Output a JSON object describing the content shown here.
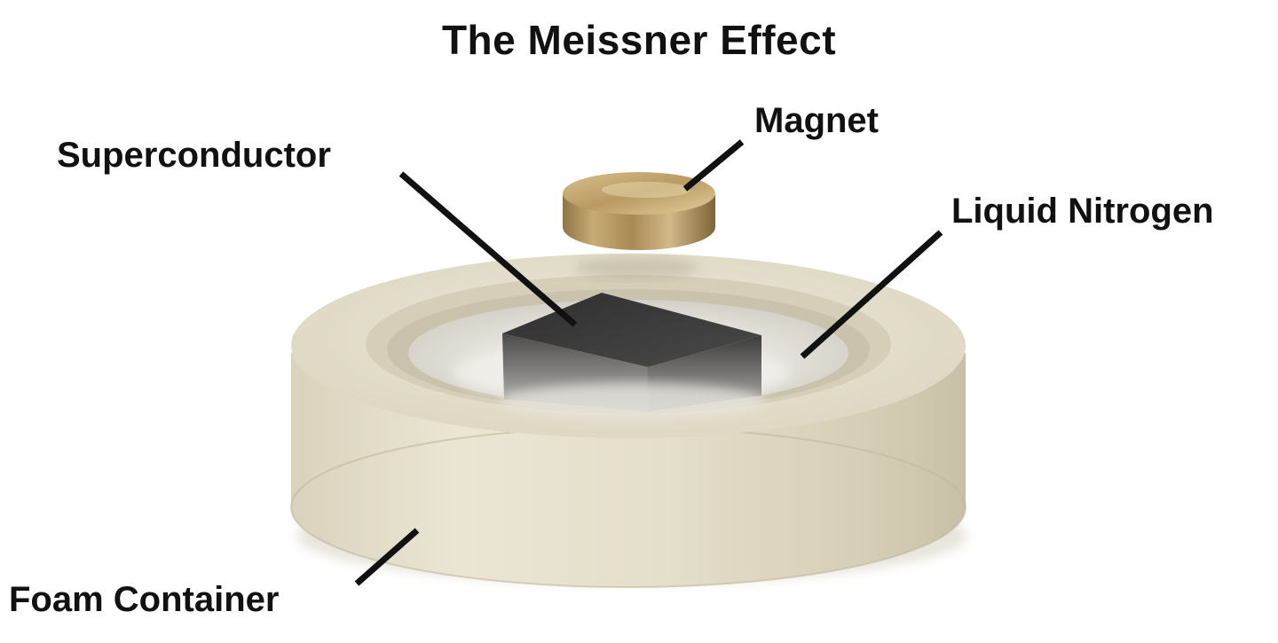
{
  "title": "The Meissner Effect",
  "labels": {
    "magnet": "Magnet",
    "superconductor": "Superconductor",
    "liquid_nitrogen": "Liquid Nitrogen",
    "foam_container": "Foam Container"
  },
  "colors": {
    "foam": "#e6e1cf",
    "foam_shadow": "#cdc6ae",
    "nitrogen_mist": "#dcdad3",
    "superconductor": "#3a3a3a",
    "magnet_gold": "#b99a62",
    "text": "#111111",
    "leader_line": "#111111"
  }
}
